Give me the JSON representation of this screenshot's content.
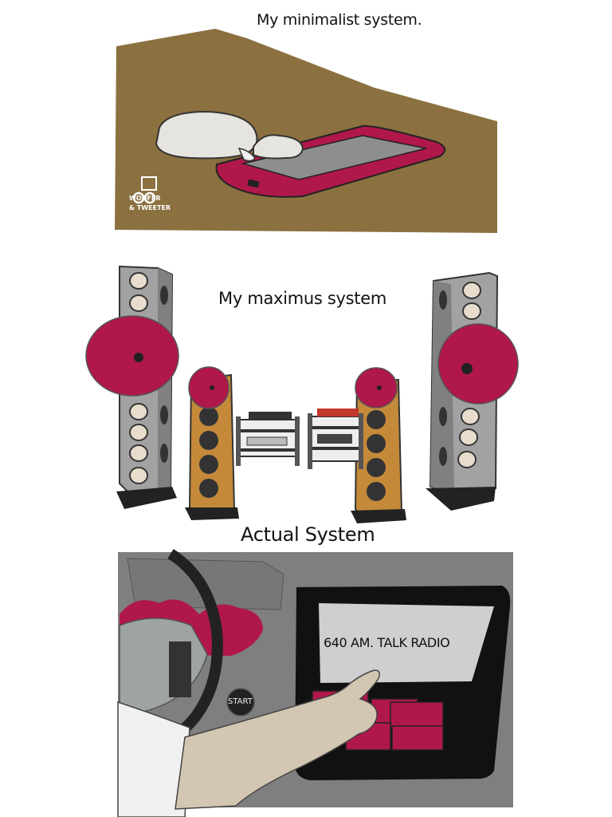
{
  "panels": {
    "minimalist": {
      "caption": "My minimalist system.",
      "logo_line1": "WOOFER",
      "logo_line2": "& TWEETER"
    },
    "maximus": {
      "caption": "My maximus system"
    },
    "actual": {
      "caption": "Actual System",
      "radio_display": "640 AM. TALK RADIO",
      "start_button": "START"
    }
  },
  "colors": {
    "table_brown": "#8b7040",
    "crimson": "#b0174a",
    "tablet_screen": "#8e8e8e",
    "earbud_white": "#e6e4de",
    "speaker_grey": "#a2a2a2",
    "wood_orange": "#c48a3a",
    "dashboard_grey": "#7f7f7f",
    "skin": "#d3c6b2"
  },
  "icons": [
    "earbuds-icon",
    "tablet-icon",
    "tower-speaker-icon",
    "horn-speaker-icon",
    "turntable-rack-icon",
    "steering-wheel-icon",
    "car-radio-icon",
    "pointing-hand-icon"
  ]
}
